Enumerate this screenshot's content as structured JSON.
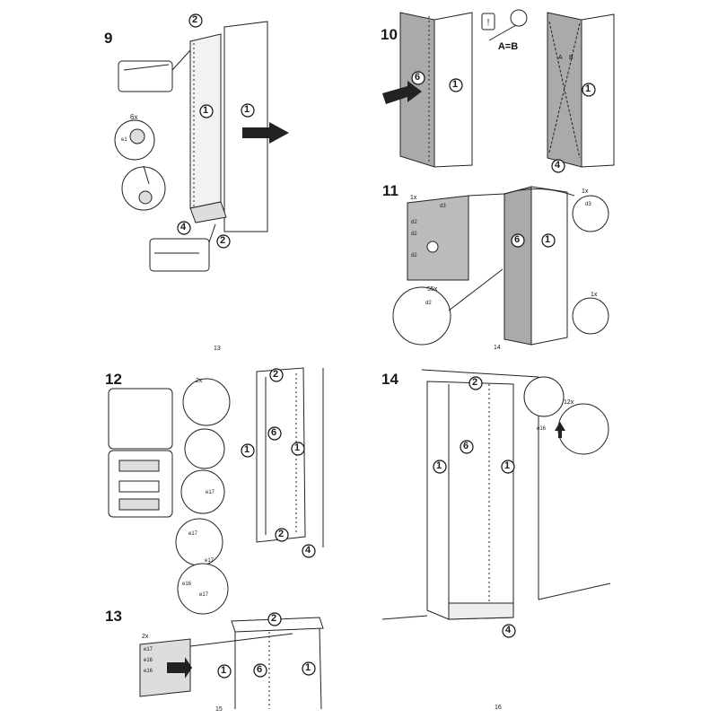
{
  "panels": [
    {
      "step": "9",
      "page": "13",
      "parts": [
        "2",
        "1",
        "1",
        "4",
        "2"
      ],
      "qty": "6x",
      "tag": "e1"
    },
    {
      "step": "10",
      "page": "",
      "parts": [
        "6",
        "1",
        "1",
        "4"
      ],
      "measure": "A=B",
      "side_labels": [
        "A",
        "B"
      ]
    },
    {
      "step": "11",
      "page": "14",
      "parts": [
        "6",
        "1"
      ],
      "qty_a": "1x",
      "qty_b": "55x",
      "qty_c": "1x",
      "qty_d": "1x",
      "tags": [
        "d2",
        "d2",
        "d2",
        "d3",
        "d3",
        "d2"
      ]
    },
    {
      "step": "12",
      "page": "",
      "parts": [
        "2",
        "1",
        "6",
        "1",
        "2",
        "4"
      ],
      "qty": "2x",
      "tags": [
        "e17",
        "e17",
        "e17",
        "e16",
        "e17"
      ]
    },
    {
      "step": "13",
      "page": "15",
      "parts": [
        "2",
        "1",
        "6",
        "1"
      ],
      "qty": "2x",
      "tags": [
        "e17",
        "e16",
        "e16"
      ]
    },
    {
      "step": "14",
      "page": "16",
      "parts": [
        "2",
        "6",
        "1",
        "1",
        "4"
      ],
      "qty": "12x",
      "tag": "e16"
    }
  ]
}
